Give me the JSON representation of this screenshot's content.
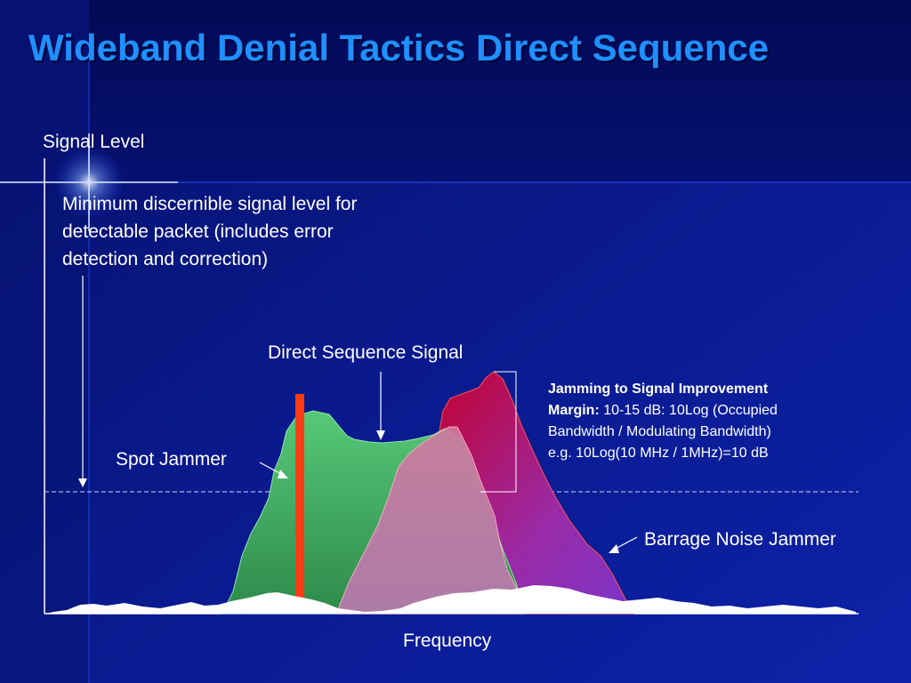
{
  "slide": {
    "title": "Wideband Denial Tactics Direct Sequence"
  },
  "axes": {
    "y_label": "Signal Level",
    "x_label": "Frequency"
  },
  "annotations": {
    "min_signal": [
      "Minimum discernible signal level for",
      "detectable packet (includes error",
      "detection and correction)"
    ],
    "direct_sequence": "Direct Sequence Signal",
    "spot_jammer": "Spot Jammer",
    "barrage_jammer": "Barrage Noise Jammer",
    "margin": {
      "heading_line1": "Jamming to Signal Improvement",
      "heading_line2": "Margin:",
      "line2_rest": " 10-15 dB: 10Log (Occupied",
      "line3": "Bandwidth / Modulating Bandwidth)",
      "line4": "e.g. 10Log(10 MHz / 1MHz)=10 dB"
    }
  },
  "colors": {
    "background": "#0a1a8a",
    "title": "#1e90ff",
    "direct_sequence": "#4cbb6c",
    "spot_jammer": "#ff3c14",
    "barrage_jammer": "#b0003a",
    "noise_floor": "#ffffff"
  }
}
